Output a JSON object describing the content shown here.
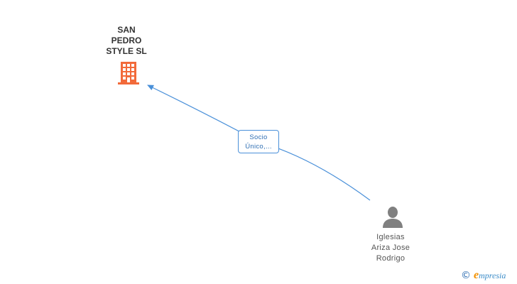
{
  "company": {
    "name_lines": [
      "SAN",
      "PEDRO",
      "STYLE SL"
    ],
    "icon": "building-icon",
    "icon_color": "#f26a3a"
  },
  "person": {
    "name_lines": [
      "Iglesias",
      "Ariza Jose",
      "Rodrigo"
    ],
    "icon": "person-icon",
    "icon_color": "#808080"
  },
  "relationship": {
    "label_lines": [
      "Socio",
      "Único,..."
    ],
    "line_color": "#4a90d9"
  },
  "watermark": {
    "copyright_symbol": "©",
    "brand_initial": "e",
    "brand_rest": "mpresia"
  }
}
